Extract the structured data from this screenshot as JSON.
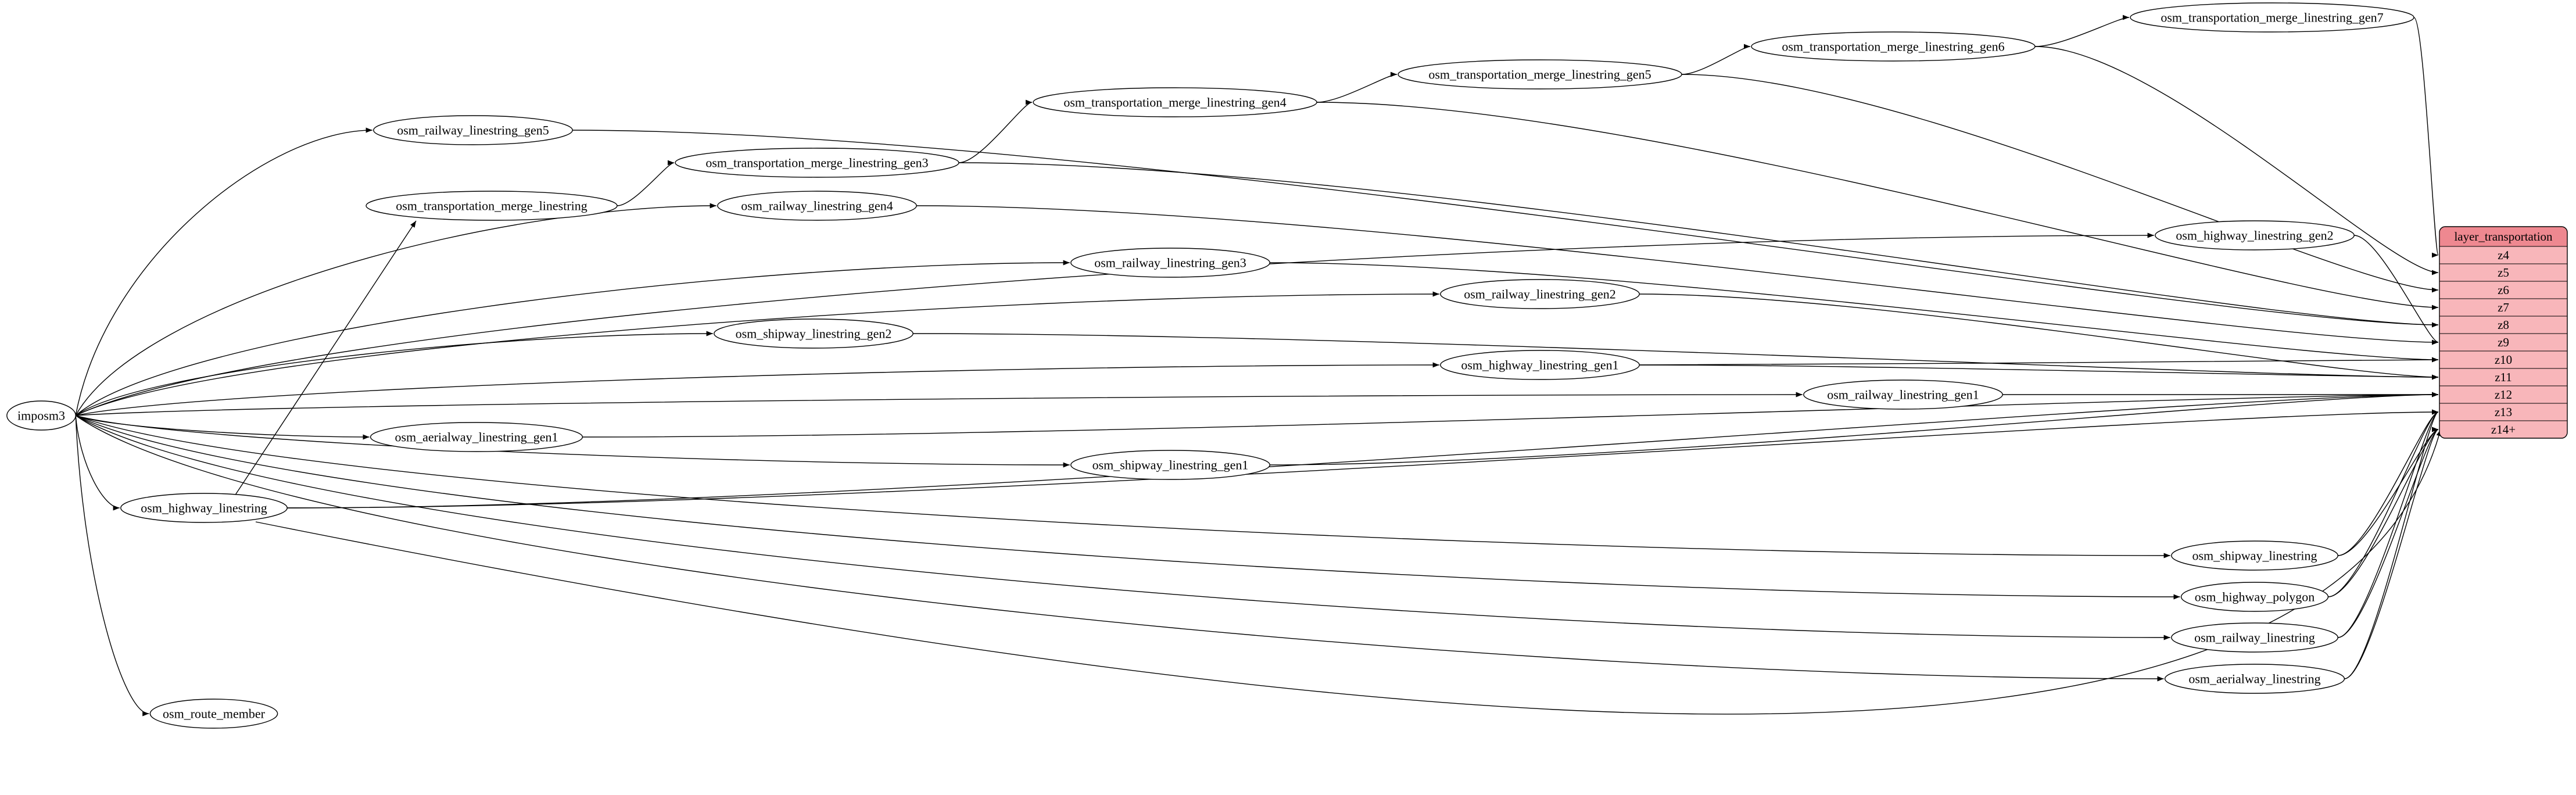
{
  "diagram": {
    "kind": "etl-graph",
    "colors": {
      "background": "#ffffff",
      "node_fill": "#ffffff",
      "node_stroke": "#000000",
      "edge": "#000000",
      "record_header_fill": "#ee8890",
      "record_row_fill": "#f8b6ba",
      "record_stroke": "#000000"
    },
    "nodes": [
      {
        "id": "imposm3",
        "label": "imposm3"
      },
      {
        "id": "osm_transportation_merge_linestring_gen7",
        "label": "osm_transportation_merge_linestring_gen7"
      },
      {
        "id": "osm_transportation_merge_linestring_gen6",
        "label": "osm_transportation_merge_linestring_gen6"
      },
      {
        "id": "osm_transportation_merge_linestring_gen5",
        "label": "osm_transportation_merge_linestring_gen5"
      },
      {
        "id": "osm_transportation_merge_linestring_gen4",
        "label": "osm_transportation_merge_linestring_gen4"
      },
      {
        "id": "osm_railway_linestring_gen5",
        "label": "osm_railway_linestring_gen5"
      },
      {
        "id": "osm_transportation_merge_linestring_gen3",
        "label": "osm_transportation_merge_linestring_gen3"
      },
      {
        "id": "osm_transportation_merge_linestring",
        "label": "osm_transportation_merge_linestring"
      },
      {
        "id": "osm_railway_linestring_gen4",
        "label": "osm_railway_linestring_gen4"
      },
      {
        "id": "osm_highway_linestring_gen2",
        "label": "osm_highway_linestring_gen2"
      },
      {
        "id": "osm_railway_linestring_gen3",
        "label": "osm_railway_linestring_gen3"
      },
      {
        "id": "osm_railway_linestring_gen2",
        "label": "osm_railway_linestring_gen2"
      },
      {
        "id": "osm_shipway_linestring_gen2",
        "label": "osm_shipway_linestring_gen2"
      },
      {
        "id": "osm_highway_linestring_gen1",
        "label": "osm_highway_linestring_gen1"
      },
      {
        "id": "osm_railway_linestring_gen1",
        "label": "osm_railway_linestring_gen1"
      },
      {
        "id": "osm_aerialway_linestring_gen1",
        "label": "osm_aerialway_linestring_gen1"
      },
      {
        "id": "osm_shipway_linestring_gen1",
        "label": "osm_shipway_linestring_gen1"
      },
      {
        "id": "osm_highway_linestring",
        "label": "osm_highway_linestring"
      },
      {
        "id": "osm_shipway_linestring",
        "label": "osm_shipway_linestring"
      },
      {
        "id": "osm_highway_polygon",
        "label": "osm_highway_polygon"
      },
      {
        "id": "osm_railway_linestring",
        "label": "osm_railway_linestring"
      },
      {
        "id": "osm_aerialway_linestring",
        "label": "osm_aerialway_linestring"
      },
      {
        "id": "osm_route_member",
        "label": "osm_route_member"
      }
    ],
    "record": {
      "id": "layer_transportation",
      "title": "layer_transportation",
      "rows": [
        "z4",
        "z5",
        "z6",
        "z7",
        "z8",
        "z9",
        "z10",
        "z11",
        "z12",
        "z13",
        "z14+"
      ]
    },
    "edges": [
      {
        "from": "imposm3",
        "to": "osm_railway_linestring_gen5"
      },
      {
        "from": "imposm3",
        "to": "osm_railway_linestring_gen4"
      },
      {
        "from": "imposm3",
        "to": "osm_railway_linestring_gen3"
      },
      {
        "from": "imposm3",
        "to": "osm_railway_linestring_gen2"
      },
      {
        "from": "imposm3",
        "to": "osm_railway_linestring_gen1"
      },
      {
        "from": "imposm3",
        "to": "osm_railway_linestring"
      },
      {
        "from": "imposm3",
        "to": "osm_highway_linestring_gen2"
      },
      {
        "from": "imposm3",
        "to": "osm_highway_linestring_gen1"
      },
      {
        "from": "imposm3",
        "to": "osm_highway_linestring"
      },
      {
        "from": "imposm3",
        "to": "osm_highway_polygon"
      },
      {
        "from": "imposm3",
        "to": "osm_aerialway_linestring_gen1"
      },
      {
        "from": "imposm3",
        "to": "osm_aerialway_linestring"
      },
      {
        "from": "imposm3",
        "to": "osm_shipway_linestring_gen2"
      },
      {
        "from": "imposm3",
        "to": "osm_shipway_linestring_gen1"
      },
      {
        "from": "imposm3",
        "to": "osm_shipway_linestring"
      },
      {
        "from": "imposm3",
        "to": "osm_route_member"
      },
      {
        "from": "osm_highway_linestring",
        "to": "osm_transportation_merge_linestring"
      },
      {
        "from": "osm_transportation_merge_linestring",
        "to": "osm_transportation_merge_linestring_gen3"
      },
      {
        "from": "osm_transportation_merge_linestring_gen3",
        "to": "osm_transportation_merge_linestring_gen4"
      },
      {
        "from": "osm_transportation_merge_linestring_gen4",
        "to": "osm_transportation_merge_linestring_gen5"
      },
      {
        "from": "osm_transportation_merge_linestring_gen5",
        "to": "osm_transportation_merge_linestring_gen6"
      },
      {
        "from": "osm_transportation_merge_linestring_gen6",
        "to": "osm_transportation_merge_linestring_gen7"
      },
      {
        "from": "osm_transportation_merge_linestring_gen7",
        "to": "layer_transportation",
        "port": "z4"
      },
      {
        "from": "osm_transportation_merge_linestring_gen6",
        "to": "layer_transportation",
        "port": "z5"
      },
      {
        "from": "osm_transportation_merge_linestring_gen5",
        "to": "layer_transportation",
        "port": "z6"
      },
      {
        "from": "osm_transportation_merge_linestring_gen4",
        "to": "layer_transportation",
        "port": "z7"
      },
      {
        "from": "osm_transportation_merge_linestring_gen3",
        "to": "layer_transportation",
        "port": "z8"
      },
      {
        "from": "osm_highway_linestring_gen2",
        "to": "layer_transportation",
        "port": "z9"
      },
      {
        "from": "osm_highway_linestring_gen1",
        "to": "layer_transportation",
        "port": "z10"
      },
      {
        "from": "osm_highway_linestring_gen1",
        "to": "layer_transportation",
        "port": "z11"
      },
      {
        "from": "osm_highway_linestring",
        "to": "layer_transportation",
        "port": "z12"
      },
      {
        "from": "osm_highway_linestring",
        "to": "layer_transportation",
        "port": "z13"
      },
      {
        "from": "osm_highway_linestring",
        "to": "layer_transportation",
        "port": "z14+"
      },
      {
        "from": "osm_railway_linestring_gen5",
        "to": "layer_transportation",
        "port": "z8"
      },
      {
        "from": "osm_railway_linestring_gen4",
        "to": "layer_transportation",
        "port": "z9"
      },
      {
        "from": "osm_railway_linestring_gen3",
        "to": "layer_transportation",
        "port": "z10"
      },
      {
        "from": "osm_railway_linestring_gen2",
        "to": "layer_transportation",
        "port": "z11"
      },
      {
        "from": "osm_railway_linestring_gen1",
        "to": "layer_transportation",
        "port": "z12"
      },
      {
        "from": "osm_railway_linestring",
        "to": "layer_transportation",
        "port": "z13"
      },
      {
        "from": "osm_railway_linestring",
        "to": "layer_transportation",
        "port": "z14+"
      },
      {
        "from": "osm_shipway_linestring_gen2",
        "to": "layer_transportation",
        "port": "z11"
      },
      {
        "from": "osm_shipway_linestring_gen1",
        "to": "layer_transportation",
        "port": "z12"
      },
      {
        "from": "osm_shipway_linestring",
        "to": "layer_transportation",
        "port": "z13"
      },
      {
        "from": "osm_shipway_linestring",
        "to": "layer_transportation",
        "port": "z14+"
      },
      {
        "from": "osm_aerialway_linestring_gen1",
        "to": "layer_transportation",
        "port": "z12"
      },
      {
        "from": "osm_aerialway_linestring",
        "to": "layer_transportation",
        "port": "z13"
      },
      {
        "from": "osm_aerialway_linestring",
        "to": "layer_transportation",
        "port": "z14+"
      },
      {
        "from": "osm_highway_polygon",
        "to": "layer_transportation",
        "port": "z13"
      },
      {
        "from": "osm_highway_polygon",
        "to": "layer_transportation",
        "port": "z14+"
      }
    ]
  }
}
